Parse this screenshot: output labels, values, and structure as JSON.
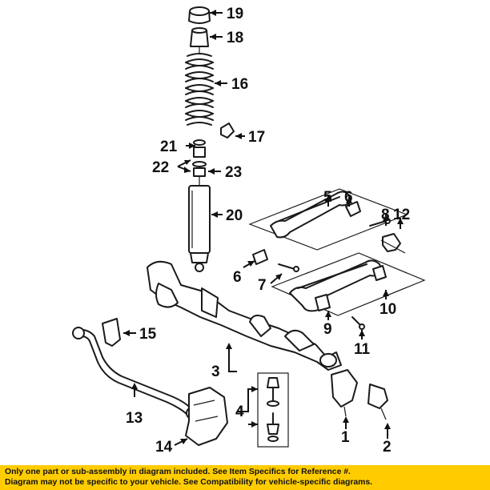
{
  "callouts": {
    "c1": "1",
    "c2": "2",
    "c3": "3",
    "c4": "4",
    "c5": "5",
    "c6a": "6",
    "c6b": "6",
    "c7": "7",
    "c8": "8",
    "c9": "9",
    "c10": "10",
    "c11": "11",
    "c12": "12",
    "c13": "13",
    "c14": "14",
    "c15": "15",
    "c16": "16",
    "c17": "17",
    "c18": "18",
    "c19": "19",
    "c20": "20",
    "c21": "21",
    "c22": "22",
    "c23": "23"
  },
  "footer": {
    "line1": "Only one part or sub-assembly in diagram included. See Item Specifics for Reference #.",
    "line2": "Diagram may not be specific to your vehicle. See Compatibility for vehicle-specific diagrams."
  },
  "colors": {
    "footer_bg": "#ffcc00",
    "ink": "#1a1a1a",
    "background": "#ffffff"
  }
}
